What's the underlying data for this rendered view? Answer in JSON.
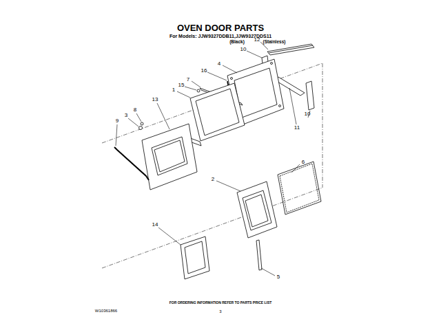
{
  "diagram": {
    "title": "OVEN DOOR PARTS",
    "labels": [
      "For Models: JJW9327DDB11,JJW9327DDS11",
      "(Black)",
      "(Stainless)",
      "12",
      "10",
      "4",
      "16",
      "7",
      "15",
      "1",
      "13",
      "8",
      "3",
      "9",
      "11",
      "10",
      "6",
      "2",
      "14",
      "5",
      "FOR ORDERING INFORMATION REFER TO PARTS PRICE LIST",
      "W10361866",
      "3"
    ]
  }
}
